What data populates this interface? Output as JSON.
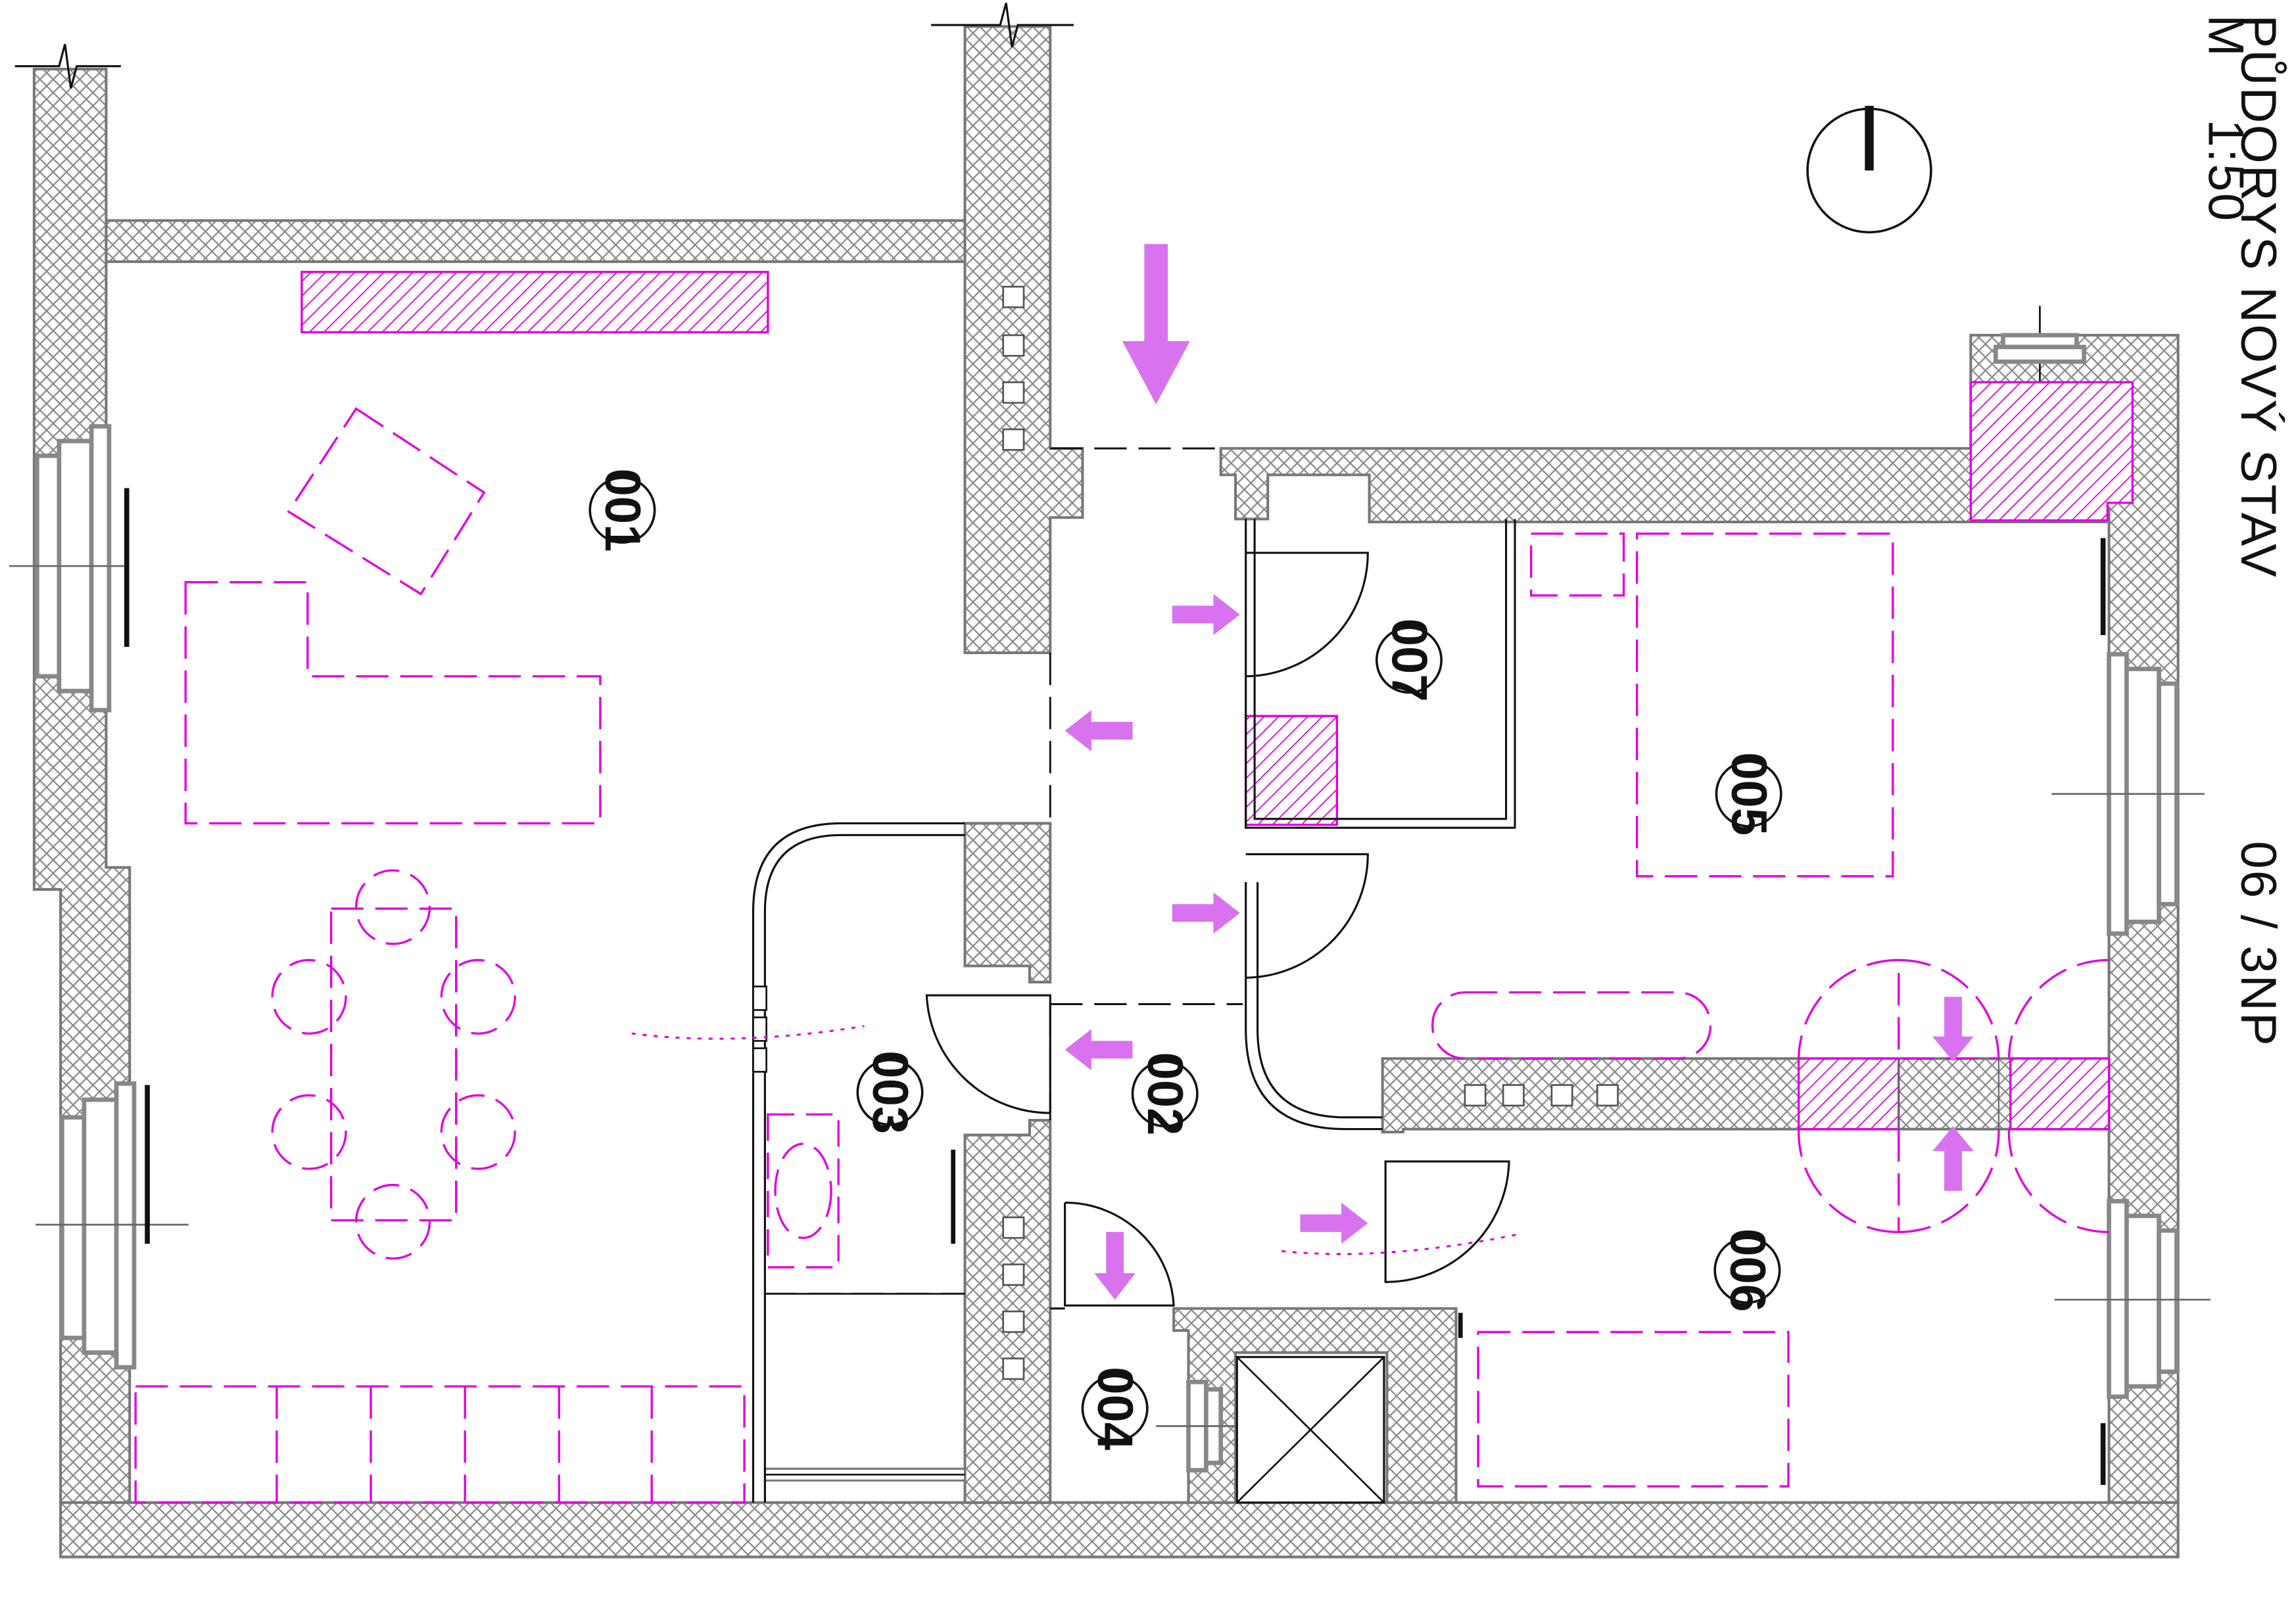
{
  "drawing": {
    "title": "PŮDORYS NOVÝ STAV",
    "scale": "M    1:50",
    "sheet": "06 / 3NP"
  },
  "rooms": [
    {
      "id": "001"
    },
    {
      "id": "002"
    },
    {
      "id": "003"
    },
    {
      "id": "004"
    },
    {
      "id": "005"
    },
    {
      "id": "006"
    },
    {
      "id": "007"
    }
  ],
  "icons": {
    "north": "north-arrow-icon",
    "entry": "entry-arrow-icon",
    "flow": "flow-arrow-icon",
    "elevator": "elevator-shaft-icon"
  },
  "colors": {
    "furniture": "#e000e0",
    "arrows": "#d872ef",
    "walls": "#777777"
  }
}
